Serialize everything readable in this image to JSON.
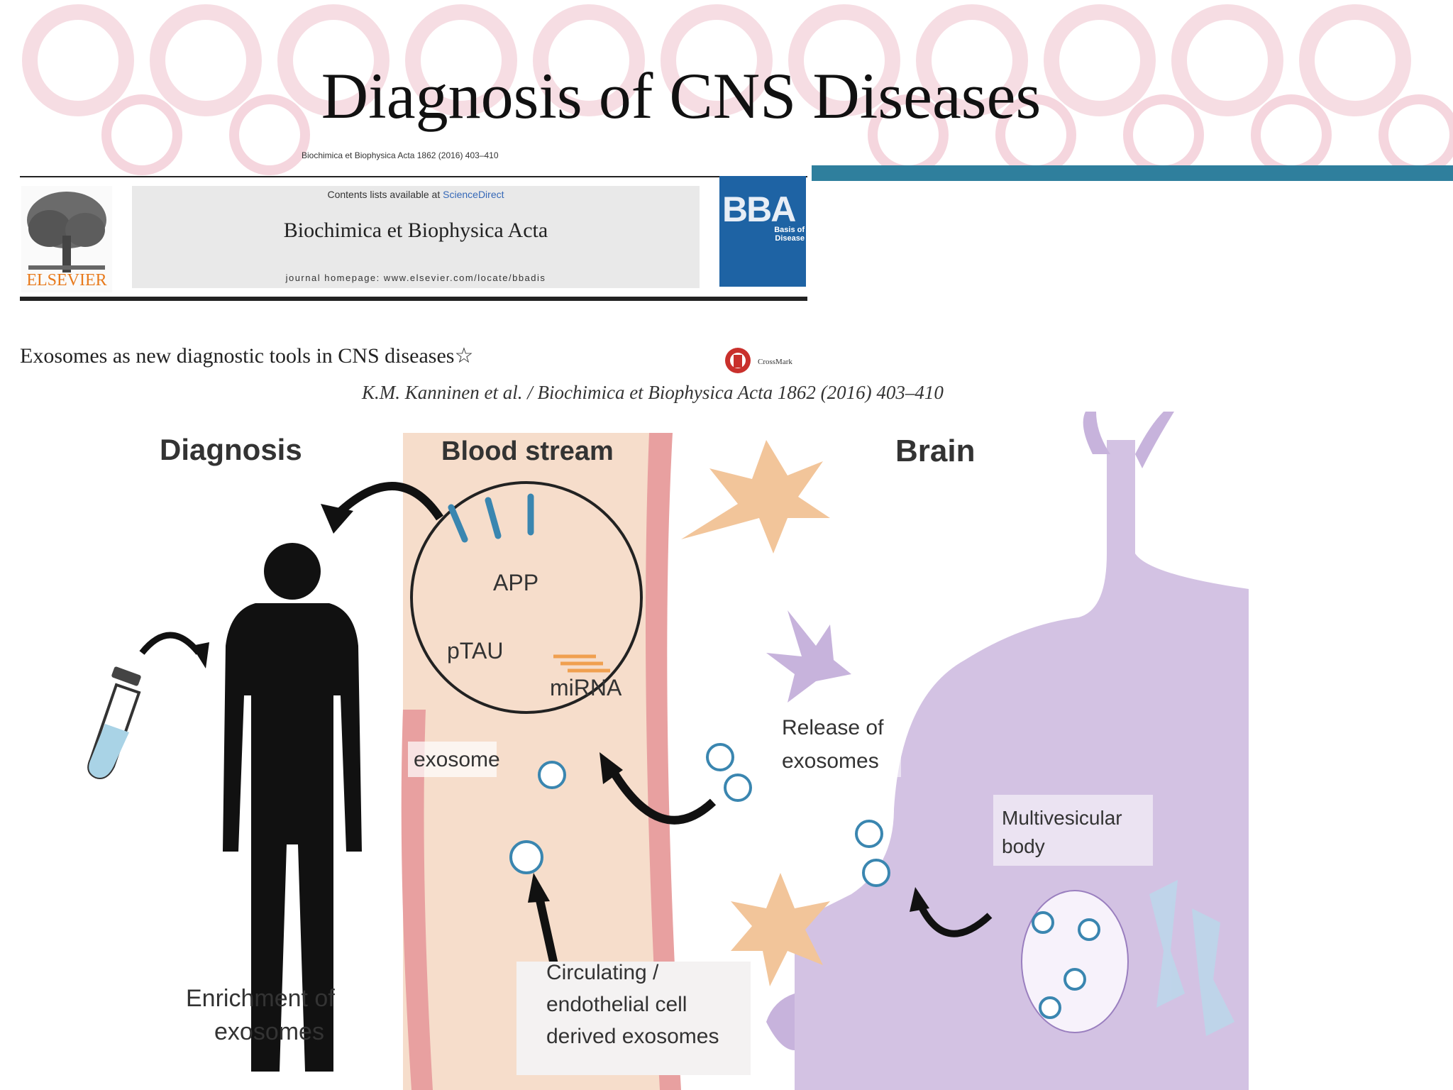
{
  "slide": {
    "title": "Diagnosis of CNS Diseases"
  },
  "journal_header": {
    "citation_top": "Biochimica et Biophysica Acta 1862 (2016) 403–410",
    "contents_prefix": "Contents lists available at",
    "contents_link": "ScienceDirect",
    "journal_name": "Biochimica et Biophysica Acta",
    "homepage": "journal homepage: www.elsevier.com/locate/bbadis",
    "publisher_logo_text": "ELSEVIER",
    "cover_title": "BBA",
    "cover_subtitle": "Basis of Disease"
  },
  "article": {
    "title": "Exosomes as new diagnostic tools in CNS diseases☆",
    "crossmark_label": "CrossMark",
    "figure_citation": "K.M. Kanninen et al. / Biochimica et Biophysica Acta 1862 (2016) 403–410"
  },
  "diagram": {
    "labels": {
      "diagnosis": "Diagnosis",
      "blood_stream": "Blood stream",
      "brain": "Brain",
      "app": "APP",
      "ptau": "pTAU",
      "mirna": "miRNA",
      "exosome": "exosome",
      "release_line1": "Release of",
      "release_line2": "exosomes",
      "mvb_line1": "Multivesicular",
      "mvb_line2": "body",
      "circ_line1": "Circulating /",
      "circ_line2": "endothelial cell",
      "circ_line3": "derived exosomes",
      "enrich_line1": "Enrichment of",
      "enrich_line2": "exosomes"
    }
  },
  "colors": {
    "teal_bar": "#2f7f9d",
    "ring_pink": "#f6dde3",
    "blood_bg": "#f6ddcb",
    "vessel_red": "#e8a0a0",
    "brain_purple": "#d3c2e3",
    "astrocyte": "#f2c59a",
    "receptor_blue": "#3a86b0",
    "mirna_orange": "#f0a050"
  },
  "icons": [
    "elsevier-tree-icon",
    "crossmark-icon",
    "human-silhouette-icon",
    "test-tube-icon",
    "astrocyte-icon",
    "exosome-icon"
  ]
}
